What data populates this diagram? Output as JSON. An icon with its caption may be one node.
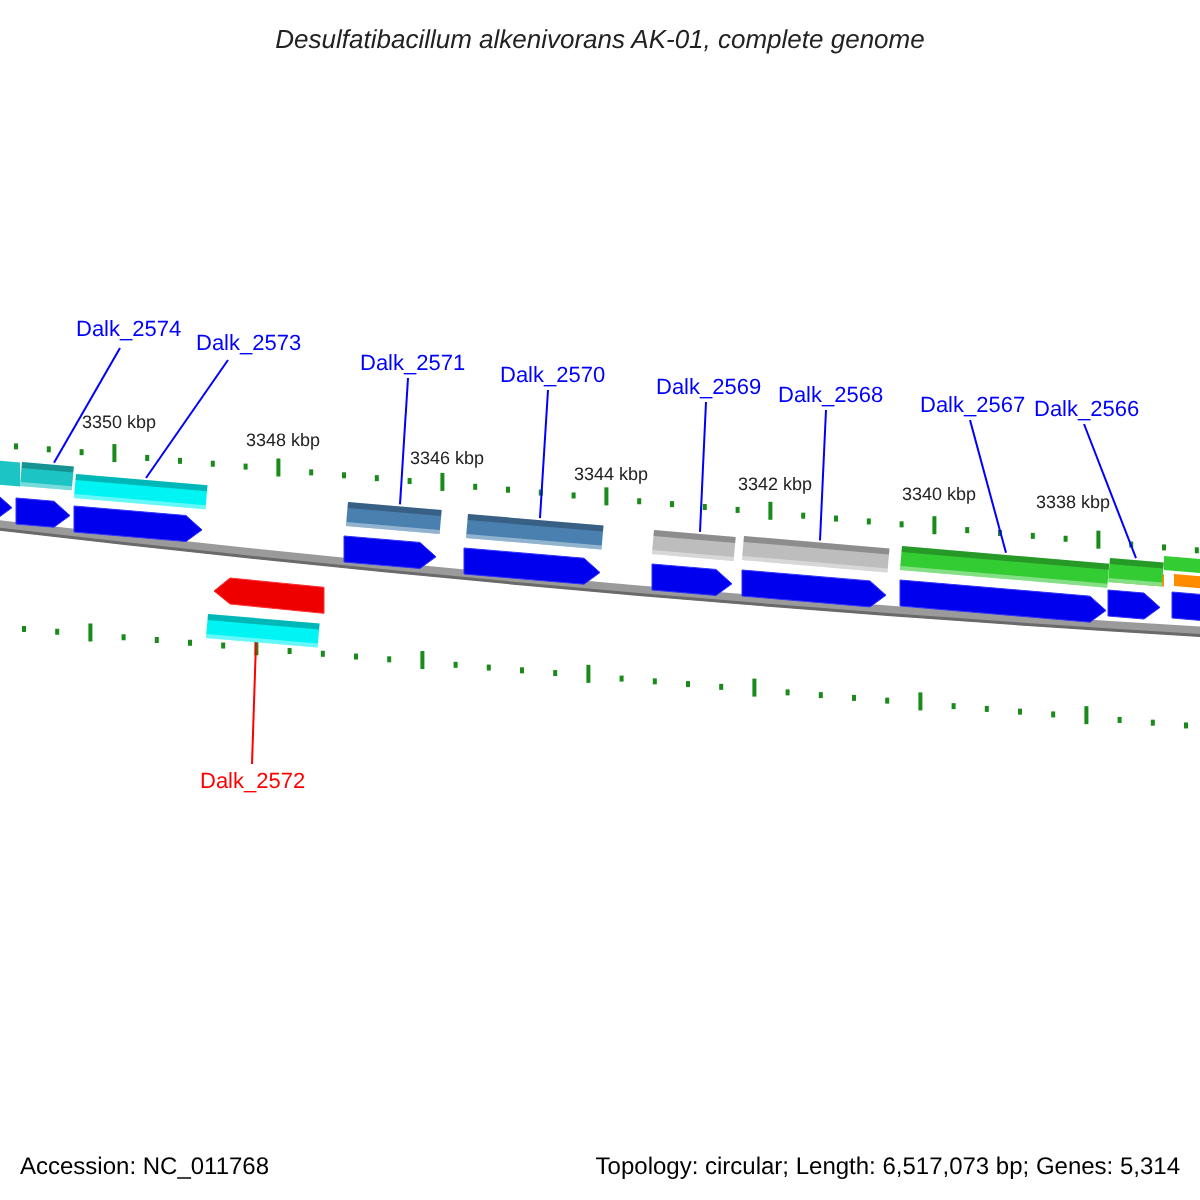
{
  "diagram": {
    "title": "Desulfatibacillum alkenivorans AK-01, complete genome",
    "nodes": [
      {
        "text": [
          "Dalk_2574"
        ]
      },
      {
        "text": [
          "Dalk_2573"
        ]
      },
      {
        "text": [
          "Dalk_2571"
        ]
      },
      {
        "text": [
          "Dalk_2570"
        ]
      },
      {
        "text": [
          "Dalk_2569"
        ]
      },
      {
        "text": [
          "Dalk_2568"
        ]
      },
      {
        "text": [
          "Dalk_2567"
        ]
      },
      {
        "text": [
          "Dalk_2566"
        ]
      },
      {
        "text": [
          "Dalk_2572"
        ]
      },
      {
        "text": [],
        "shape": "bar"
      },
      {
        "text": [],
        "shape": "bar"
      },
      {
        "text": [],
        "shape": "bar"
      },
      {
        "text": [],
        "shape": "bar"
      },
      {
        "text": [],
        "shape": "bar"
      },
      {
        "text": [],
        "shape": "bar"
      },
      {
        "text": [],
        "shape": "bar"
      },
      {
        "text": [],
        "shape": "bar"
      },
      {
        "text": [],
        "shape": "bar"
      }
    ],
    "edges": [
      {
        "from": 0,
        "to": 9,
        "arrow": "none"
      },
      {
        "from": 1,
        "to": 10,
        "arrow": "none"
      },
      {
        "from": 2,
        "to": 11,
        "arrow": "none"
      },
      {
        "from": 3,
        "to": 12,
        "arrow": "none"
      },
      {
        "from": 4,
        "to": 13,
        "arrow": "none"
      },
      {
        "from": 5,
        "to": 14,
        "arrow": "none"
      },
      {
        "from": 6,
        "to": 15,
        "arrow": "none"
      },
      {
        "from": 7,
        "to": 16,
        "arrow": "none"
      },
      {
        "from": 8,
        "to": 17,
        "arrow": "none",
        "color": "#ff0000"
      }
    ],
    "labels": [
      "3350 kbp",
      "3348 kbp",
      "3346 kbp",
      "3344 kbp",
      "3342 kbp",
      "3340 kbp",
      "3338 kbp",
      "Accession: NC_011768",
      "Topology: circular; Length: 6,517,073 bp; Genes: 5,314"
    ]
  }
}
